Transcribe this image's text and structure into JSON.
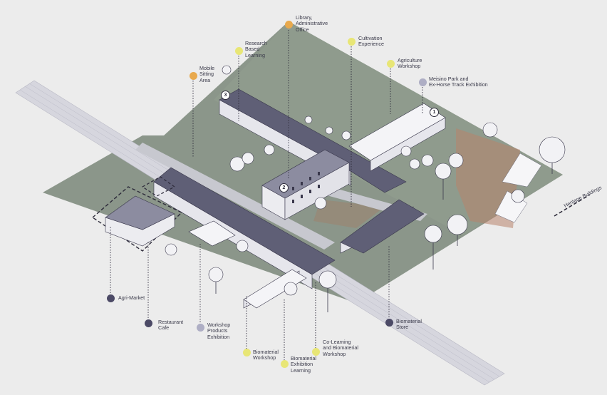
{
  "colors": {
    "background": "#ececec",
    "ground": "#8b968a",
    "roof": "#5f5f76",
    "wall": "#e9e9ee",
    "path": "#cdcdd6",
    "yellow": "#e8e676",
    "orange": "#e8a94d",
    "lavender": "#aeaec4",
    "dark": "#4c4a66",
    "leader": "#2d2b3a"
  },
  "labels": [
    {
      "id": "library",
      "text": "Library,\nAdministrative\nOffice",
      "color": "orange"
    },
    {
      "id": "research",
      "text": "Research\nBased\nLearning",
      "color": "yellow"
    },
    {
      "id": "cultivation",
      "text": "Cultivation\nExperience",
      "color": "yellow"
    },
    {
      "id": "mobile",
      "text": "Mobile\nSitting\nArea",
      "color": "orange"
    },
    {
      "id": "agriculture",
      "text": "Agriculture\nWorkshop",
      "color": "yellow"
    },
    {
      "id": "meisino",
      "text": "Meisino Park and\nEx-Horse Track Exhibition",
      "color": "lavender"
    },
    {
      "id": "agrimarket",
      "text": "Agri-Market",
      "color": "dark"
    },
    {
      "id": "restaurant",
      "text": "Restaurant\nCafe",
      "color": "dark"
    },
    {
      "id": "workshop_products",
      "text": "Workshop\nProducts\nExhibition",
      "color": "lavender"
    },
    {
      "id": "biomaterial_workshop",
      "text": "Biomaterial\nWorkshop",
      "color": "yellow"
    },
    {
      "id": "biomaterial_exhibition",
      "text": "Biomaterial\nExhibition\nLearning",
      "color": "yellow"
    },
    {
      "id": "colearning",
      "text": "Co-Learning\nand Biomaterial\nWorkshop",
      "color": "yellow"
    },
    {
      "id": "biomaterial_store",
      "text": "Biomaterial\nStore",
      "color": "dark"
    }
  ],
  "building_numbers": [
    "1",
    "2",
    "3"
  ],
  "legend": {
    "text": "Heritage\nBuildings"
  }
}
